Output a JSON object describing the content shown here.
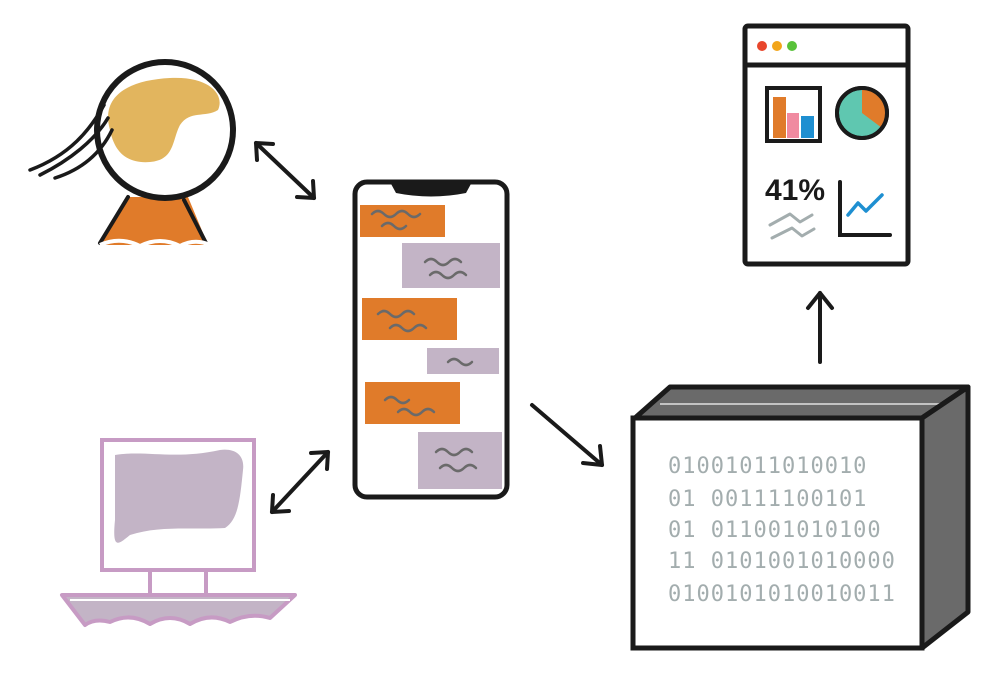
{
  "dashboard": {
    "percent_text": "41%"
  },
  "server": {
    "binary_lines": [
      "01001011010010",
      "01 00111100101",
      "01 011001010100",
      "11 0101001010000",
      "0100101010010011"
    ]
  },
  "colors": {
    "ink": "#1a1a1a",
    "orange": "#e07b2a",
    "gold": "#e2b55e",
    "lavender": "#c3b4c6",
    "pink_outline": "#c79bc4",
    "teal": "#5fc7b0",
    "blue": "#1e8fd1",
    "pink": "#f08aa0",
    "gray_dark": "#6a6a6a",
    "gray_light": "#a3adae"
  }
}
